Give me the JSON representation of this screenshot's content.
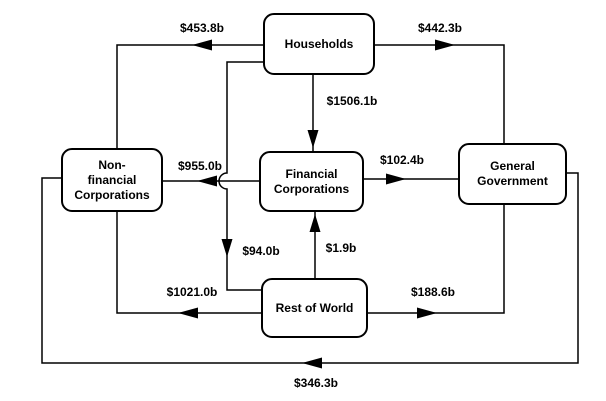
{
  "diagram": {
    "type": "flow-diagram",
    "colors": {
      "line": "#000000",
      "background": "#ffffff",
      "text": "#000000"
    },
    "nodes": {
      "households": {
        "label": "Households"
      },
      "nonfinancial": {
        "label": "Non-\nfinancial\nCorporations"
      },
      "financial": {
        "label": "Financial\nCorporations"
      },
      "government": {
        "label": "General\nGovernment"
      },
      "restofworld": {
        "label": "Rest of World"
      }
    },
    "flows": [
      {
        "from": "Households",
        "to": "Non-financial Corporations",
        "amount": "$453.8b"
      },
      {
        "from": "Households",
        "to": "General Government",
        "amount": "$442.3b"
      },
      {
        "from": "Households",
        "to": "Financial Corporations",
        "amount": "$1506.1b"
      },
      {
        "from": "Financial Corporations",
        "to": "Non-financial Corporations",
        "amount": "$955.0b"
      },
      {
        "from": "Financial Corporations",
        "to": "General Government",
        "amount": "$102.4b"
      },
      {
        "from": "Households",
        "to": "Rest of World",
        "amount": "$94.0b"
      },
      {
        "from": "Rest of World",
        "to": "Financial Corporations",
        "amount": "$1.9b"
      },
      {
        "from": "Rest of World",
        "to": "Non-financial Corporations",
        "amount": "$1021.0b"
      },
      {
        "from": "Rest of World",
        "to": "General Government",
        "amount": "$188.6b"
      },
      {
        "from": "General Government",
        "to": "Non-financial Corporations",
        "amount": "$346.3b"
      }
    ]
  }
}
